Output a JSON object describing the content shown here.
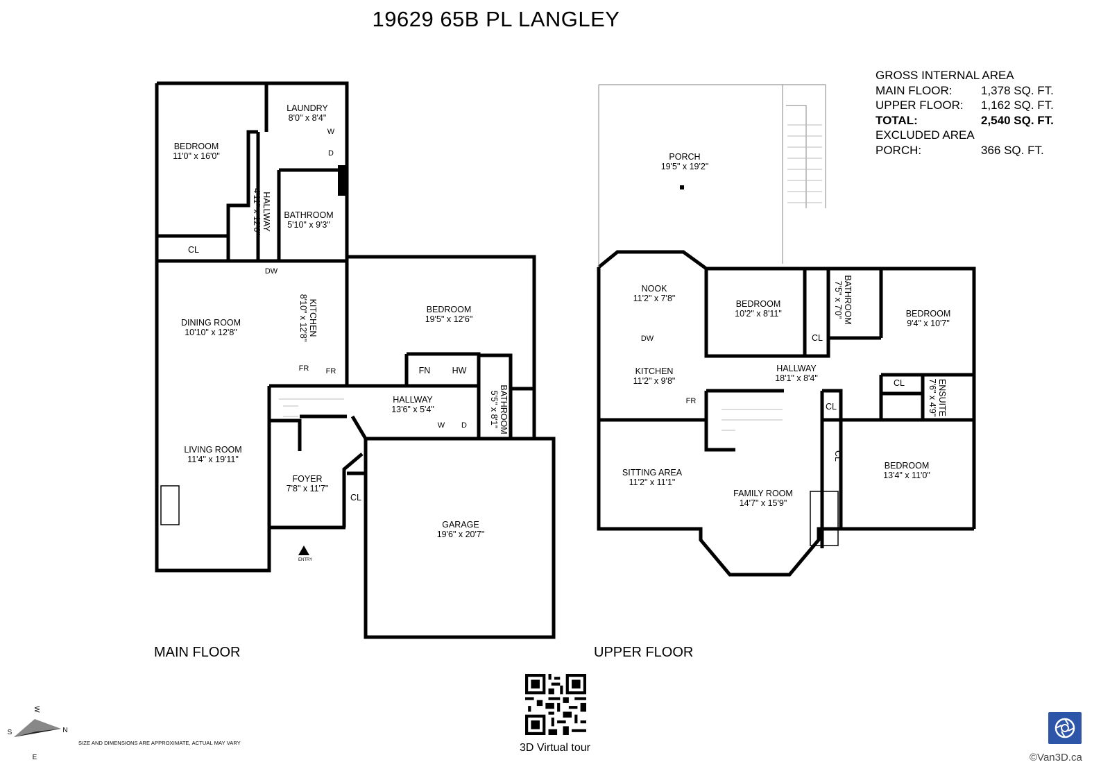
{
  "title": "19629 65B PL LANGLEY",
  "main_floor": {
    "label": "MAIN FLOOR",
    "rooms": [
      {
        "name": "BEDROOM",
        "dims": "11'0\" x 16'0\""
      },
      {
        "name": "LAUNDRY",
        "dims": "8'0\" x 8'4\""
      },
      {
        "name": "HALLWAY",
        "dims": "4'11\" x 12'6\""
      },
      {
        "name": "BATHROOM",
        "dims": "5'10\" x 9'3\""
      },
      {
        "name": "KITCHEN",
        "dims": "8'10\" x 12'8\""
      },
      {
        "name": "DINING ROOM",
        "dims": "10'10\" x 12'8\""
      },
      {
        "name": "BEDROOM",
        "dims": "19'5\" x 12'6\""
      },
      {
        "name": "HALLWAY",
        "dims": "13'6\" x 5'4\""
      },
      {
        "name": "BATHROOM",
        "dims": "5'5\" x 8'1\""
      },
      {
        "name": "LIVING ROOM",
        "dims": "11'4\" x 19'11\""
      },
      {
        "name": "FOYER",
        "dims": "7'8\" x 11'7\""
      },
      {
        "name": "GARAGE",
        "dims": "19'6\" x 20'7\""
      }
    ],
    "fixtures": [
      "CL",
      "DW",
      "FR",
      "FR",
      "FN",
      "HW",
      "W",
      "D",
      "W",
      "D",
      "CL"
    ],
    "entry": "ENTRY"
  },
  "upper_floor": {
    "label": "UPPER FLOOR",
    "rooms": [
      {
        "name": "PORCH",
        "dims": "19'5\" x 19'2\""
      },
      {
        "name": "NOOK",
        "dims": "11'2\" x 7'8\""
      },
      {
        "name": "BEDROOM",
        "dims": "10'2\" x 8'11\""
      },
      {
        "name": "BATHROOM",
        "dims": "7'5\" x 7'0\""
      },
      {
        "name": "BEDROOM",
        "dims": "9'4\" x 10'7\""
      },
      {
        "name": "KITCHEN",
        "dims": "11'2\" x 9'8\""
      },
      {
        "name": "HALLWAY",
        "dims": "18'1\" x 8'4\""
      },
      {
        "name": "ENSUITE",
        "dims": "7'6\" x 4'9\""
      },
      {
        "name": "SITTING AREA",
        "dims": "11'2\" x 11'1\""
      },
      {
        "name": "FAMILY ROOM",
        "dims": "14'7\" x 15'9\""
      },
      {
        "name": "BEDROOM",
        "dims": "13'4\" x 11'0\""
      }
    ],
    "fixtures": [
      "DW",
      "FR",
      "CL",
      "CL",
      "CL",
      "CL"
    ]
  },
  "area_summary": {
    "heading": "GROSS INTERNAL AREA",
    "rows": [
      {
        "label": "MAIN FLOOR:",
        "value": "1,378 SQ. FT."
      },
      {
        "label": "UPPER FLOOR:",
        "value": "1,162 SQ. FT."
      },
      {
        "label": "TOTAL:",
        "value": "2,540 SQ. FT."
      }
    ],
    "excluded_heading": "EXCLUDED AREA",
    "excluded": {
      "label": "PORCH:",
      "value": "366 SQ. FT."
    }
  },
  "compass": {
    "n": "N",
    "s": "S",
    "e": "E",
    "w": "W"
  },
  "disclaimer": "SIZE AND DIMENSIONS ARE APPROXIMATE, ACTUAL MAY VARY",
  "virtual_tour": "3D Virtual tour",
  "copyright": "©Van3D.ca",
  "icons": {
    "qr": "qr-code-icon",
    "logo": "camera-shutter-logo-icon",
    "compass": "compass-icon",
    "entry": "entry-arrow-icon"
  },
  "colors": {
    "wall": "#000000",
    "logo": "#2e56a8"
  }
}
